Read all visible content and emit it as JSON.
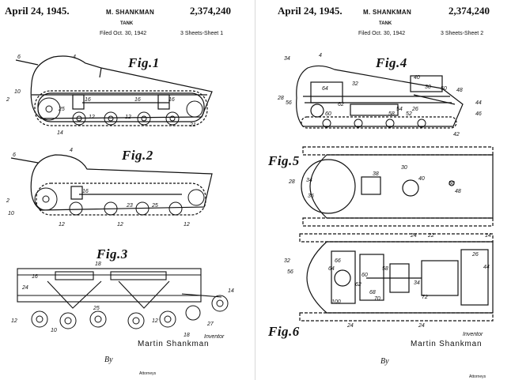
{
  "sheet1": {
    "date": "April 24, 1945.",
    "inventor": "M. SHANKMAN",
    "patent_no": "2,374,240",
    "title": "TANK",
    "filed": "Filed Oct. 30, 1942",
    "sheets": "3 Sheets-Sheet 1",
    "figures": [
      "Fig.1",
      "Fig.2",
      "Fig.3"
    ],
    "inventor_label": "Inventor",
    "inventor_signature": "Martin Shankman",
    "attorney_by": "By",
    "attorney_label": "Attorneys"
  },
  "sheet2": {
    "date": "April 24, 1945.",
    "inventor": "M. SHANKMAN",
    "patent_no": "2,374,240",
    "title": "TANK",
    "filed": "Filed Oct. 30, 1942",
    "sheets": "3 Sheets-Sheet 2",
    "figures": [
      "Fig.4",
      "Fig.5",
      "Fig.6"
    ],
    "inventor_label": "Inventor",
    "inventor_signature": "Martin Shankman",
    "attorney_by": "By",
    "attorney_label": "Attorneys"
  },
  "reference_numerals": {
    "fig1": [
      "4",
      "6",
      "2",
      "10",
      "16",
      "16",
      "16",
      "12",
      "12",
      "14",
      "25",
      "21"
    ],
    "fig2": [
      "4",
      "6",
      "2",
      "10",
      "16",
      "12",
      "12",
      "12",
      "23",
      "25"
    ],
    "fig3": [
      "16",
      "18",
      "24",
      "25",
      "12",
      "12",
      "10",
      "14",
      "27",
      "18"
    ],
    "fig4": [
      "34",
      "4",
      "56",
      "64",
      "32",
      "40",
      "30",
      "50",
      "48",
      "28",
      "62",
      "60",
      "58",
      "54",
      "52",
      "44",
      "46",
      "42",
      "26"
    ],
    "fig5": [
      "28",
      "34",
      "36",
      "38",
      "30",
      "40",
      "50",
      "48"
    ],
    "fig6": [
      "24",
      "22",
      "14",
      "32",
      "56",
      "66",
      "64",
      "60",
      "62",
      "58",
      "34",
      "44",
      "26",
      "100",
      "68",
      "70",
      "72",
      "24",
      "24"
    ]
  }
}
